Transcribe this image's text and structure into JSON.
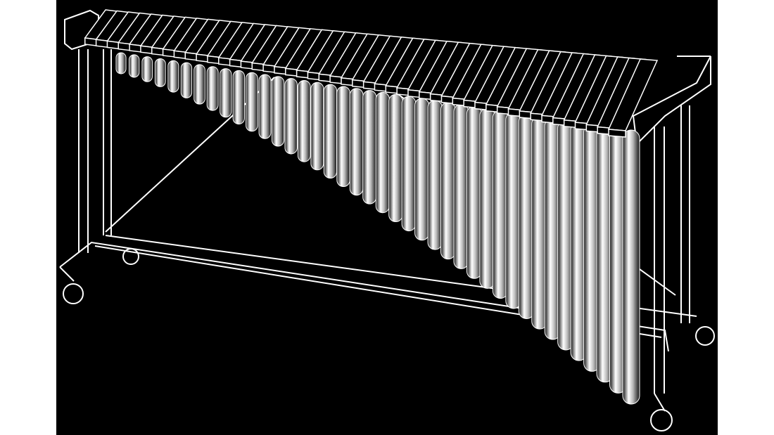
{
  "illustration": {
    "subject": "marimba",
    "colors": {
      "background": "#000000",
      "line": "#ffffff",
      "margin": "#ffffff"
    },
    "bar_count": 48,
    "resonator_count": 40
  }
}
